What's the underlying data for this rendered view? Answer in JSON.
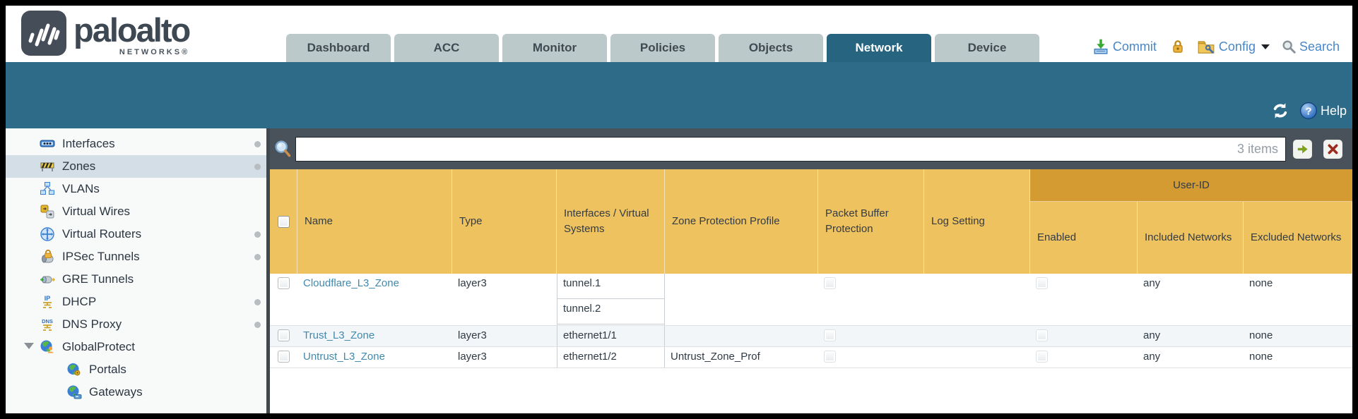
{
  "branding": {
    "logo_text": "paloalto",
    "logo_sub": "NETWORKS®"
  },
  "nav": {
    "tabs": [
      {
        "label": "Dashboard",
        "active": false
      },
      {
        "label": "ACC",
        "active": false
      },
      {
        "label": "Monitor",
        "active": false
      },
      {
        "label": "Policies",
        "active": false
      },
      {
        "label": "Objects",
        "active": false
      },
      {
        "label": "Network",
        "active": true
      },
      {
        "label": "Device",
        "active": false
      }
    ],
    "commit_label": "Commit",
    "config_label": "Config",
    "search_label": "Search"
  },
  "toolbar": {
    "help_label": "Help"
  },
  "filter": {
    "value": "",
    "items_count": "3 items"
  },
  "sidebar": {
    "items": [
      {
        "label": "Interfaces",
        "icon": "interfaces-icon",
        "dot": true,
        "selected": false,
        "indent": 0,
        "expander": false
      },
      {
        "label": "Zones",
        "icon": "zones-icon",
        "dot": true,
        "selected": true,
        "indent": 0,
        "expander": false
      },
      {
        "label": "VLANs",
        "icon": "vlans-icon",
        "dot": false,
        "selected": false,
        "indent": 0,
        "expander": false
      },
      {
        "label": "Virtual Wires",
        "icon": "virtual-wires-icon",
        "dot": false,
        "selected": false,
        "indent": 0,
        "expander": false
      },
      {
        "label": "Virtual Routers",
        "icon": "virtual-routers-icon",
        "dot": true,
        "selected": false,
        "indent": 0,
        "expander": false
      },
      {
        "label": "IPSec Tunnels",
        "icon": "ipsec-tunnels-icon",
        "dot": true,
        "selected": false,
        "indent": 0,
        "expander": false
      },
      {
        "label": "GRE Tunnels",
        "icon": "gre-tunnels-icon",
        "dot": false,
        "selected": false,
        "indent": 0,
        "expander": false
      },
      {
        "label": "DHCP",
        "icon": "dhcp-icon",
        "dot": true,
        "selected": false,
        "indent": 0,
        "expander": false
      },
      {
        "label": "DNS Proxy",
        "icon": "dns-proxy-icon",
        "dot": true,
        "selected": false,
        "indent": 0,
        "expander": false
      },
      {
        "label": "GlobalProtect",
        "icon": "globalprotect-icon",
        "dot": false,
        "selected": false,
        "indent": 0,
        "expander": true
      },
      {
        "label": "Portals",
        "icon": "portals-icon",
        "dot": false,
        "selected": false,
        "indent": 1,
        "expander": false
      },
      {
        "label": "Gateways",
        "icon": "gateways-icon",
        "dot": false,
        "selected": false,
        "indent": 1,
        "expander": false
      }
    ]
  },
  "table": {
    "group_header": "User-ID",
    "columns": [
      "Name",
      "Type",
      "Interfaces / Virtual Systems",
      "Zone Protection Profile",
      "Packet Buffer Protection",
      "Log Setting",
      "Enabled",
      "Included Networks",
      "Excluded Networks"
    ],
    "rows": [
      {
        "name": "Cloudflare_L3_Zone",
        "type": "layer3",
        "interfaces": [
          "tunnel.1",
          "tunnel.2"
        ],
        "zone_protection_profile": "",
        "packet_buffer_protection": false,
        "log_setting": "",
        "user_id_enabled": false,
        "included_networks": "any",
        "excluded_networks": "none"
      },
      {
        "name": "Trust_L3_Zone",
        "type": "layer3",
        "interfaces": [
          "ethernet1/1"
        ],
        "zone_protection_profile": "",
        "packet_buffer_protection": false,
        "log_setting": "",
        "user_id_enabled": false,
        "included_networks": "any",
        "excluded_networks": "none"
      },
      {
        "name": "Untrust_L3_Zone",
        "type": "layer3",
        "interfaces": [
          "ethernet1/2"
        ],
        "zone_protection_profile": "Untrust_Zone_Prof",
        "packet_buffer_protection": false,
        "log_setting": "",
        "user_id_enabled": false,
        "included_networks": "any",
        "excluded_networks": "none"
      }
    ]
  },
  "colors": {
    "teal_band": "#2e6b88",
    "active_tab": "#26647f",
    "inactive_tab": "#bcc9ca",
    "table_header": "#eec25f",
    "group_header": "#d49b33",
    "link": "#4189ad",
    "action_text": "#4a87c7",
    "filter_bar": "#49525a"
  }
}
